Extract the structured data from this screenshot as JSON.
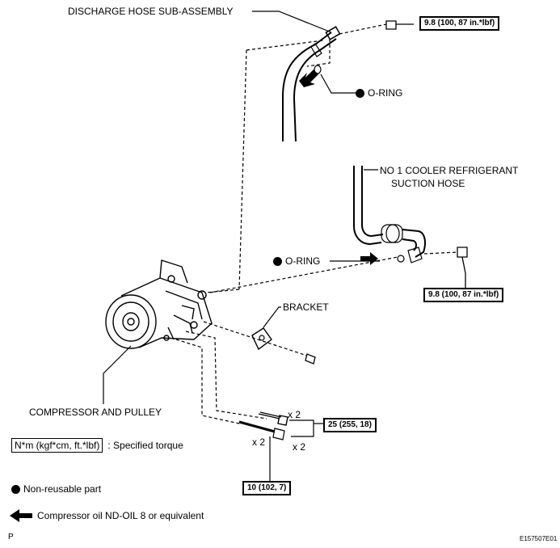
{
  "labels": {
    "discharge_hose": "DISCHARGE HOSE SUB-ASSEMBLY",
    "o_ring_top": "O-RING",
    "suction_hose_line1": "NO  1 COOLER REFRIGERANT",
    "suction_hose_line2": "SUCTION HOSE",
    "o_ring_mid": "O-RING",
    "bracket": "BRACKET",
    "compressor": "COMPRESSOR AND PULLEY",
    "x2_a": "x 2",
    "x2_b": "x 2",
    "x2_c": "x 2"
  },
  "torque": {
    "discharge": "9.8 (100, 87 in.*lbf)",
    "suction": "9.8 (100, 87 in.*lbf)",
    "bolts": "25 (255, 18)",
    "stud": "10 (102, 7)"
  },
  "legend": {
    "torque_unit": "N*m (kgf*cm, ft.*lbf)",
    "torque_desc": ": Specified torque",
    "non_reusable": "Non-reusable part",
    "oil": "Compressor oil ND-OIL 8 or equivalent"
  },
  "footer": {
    "left": "P",
    "right": "E157507E01"
  }
}
